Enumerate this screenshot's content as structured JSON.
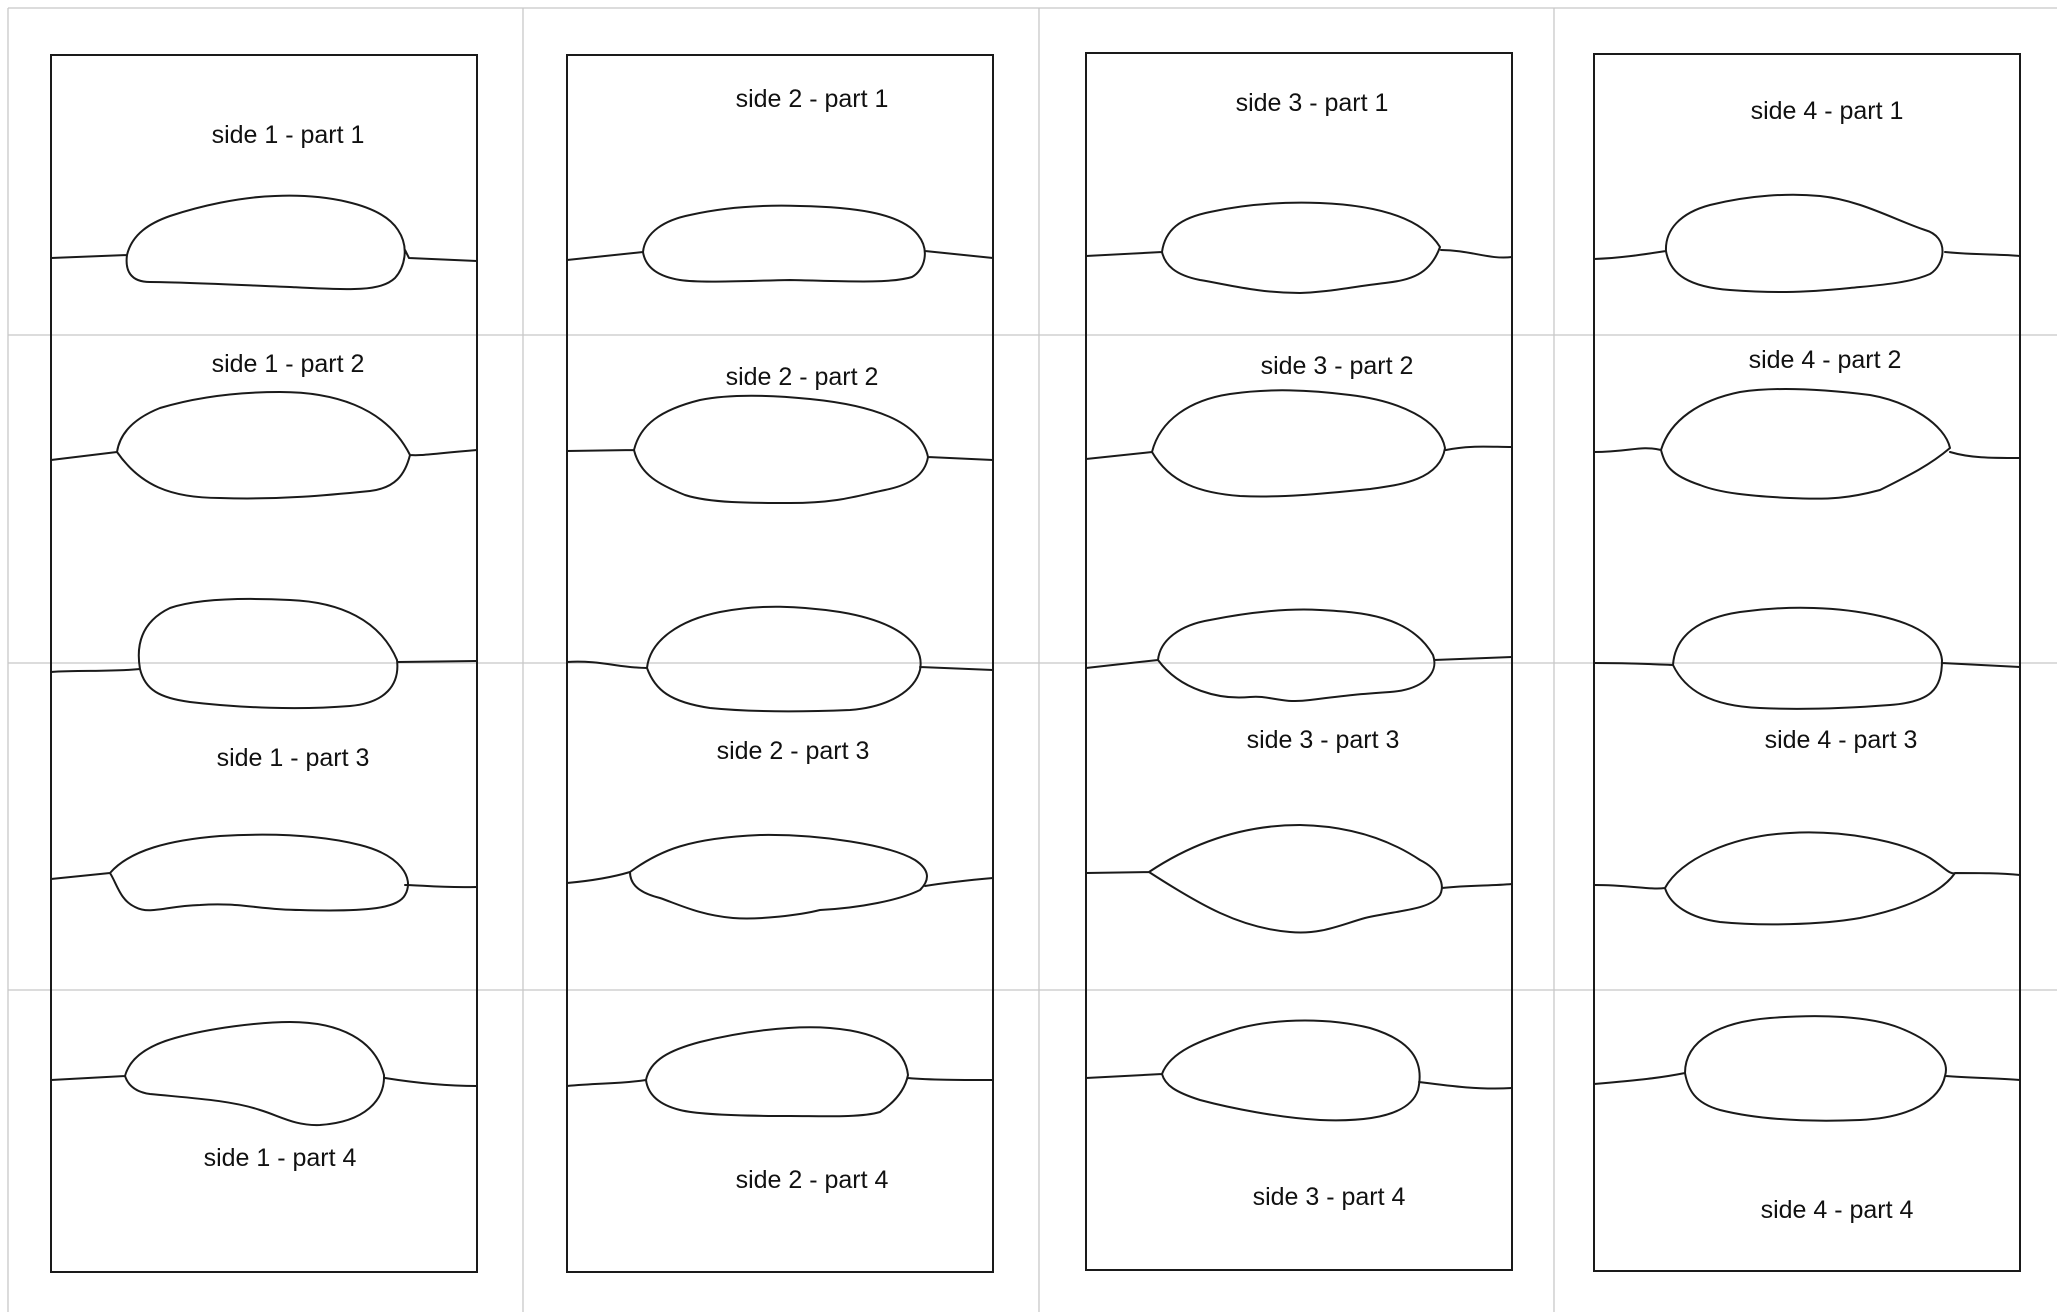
{
  "colors": {
    "line": "#1a1a1a",
    "guide": "#c8c8c8",
    "background": "#ffffff"
  },
  "strips": [
    {
      "name": "side-1",
      "labels": [
        "side 1 - part 1",
        "side 1 - part 2",
        "side 1 - part 3",
        "side 1 - part 4"
      ]
    },
    {
      "name": "side-2",
      "labels": [
        "side 2 - part 1",
        "side 2 - part 2",
        "side 2 - part 3",
        "side 2 - part 4"
      ]
    },
    {
      "name": "side-3",
      "labels": [
        "side 3 - part 1",
        "side 3 - part 2",
        "side 3 - part 3",
        "side 3 - part 4"
      ]
    },
    {
      "name": "side-4",
      "labels": [
        "side 4 - part 1",
        "side 4 - part 2",
        "side 4 - part 3",
        "side 4 - part 4"
      ]
    }
  ]
}
